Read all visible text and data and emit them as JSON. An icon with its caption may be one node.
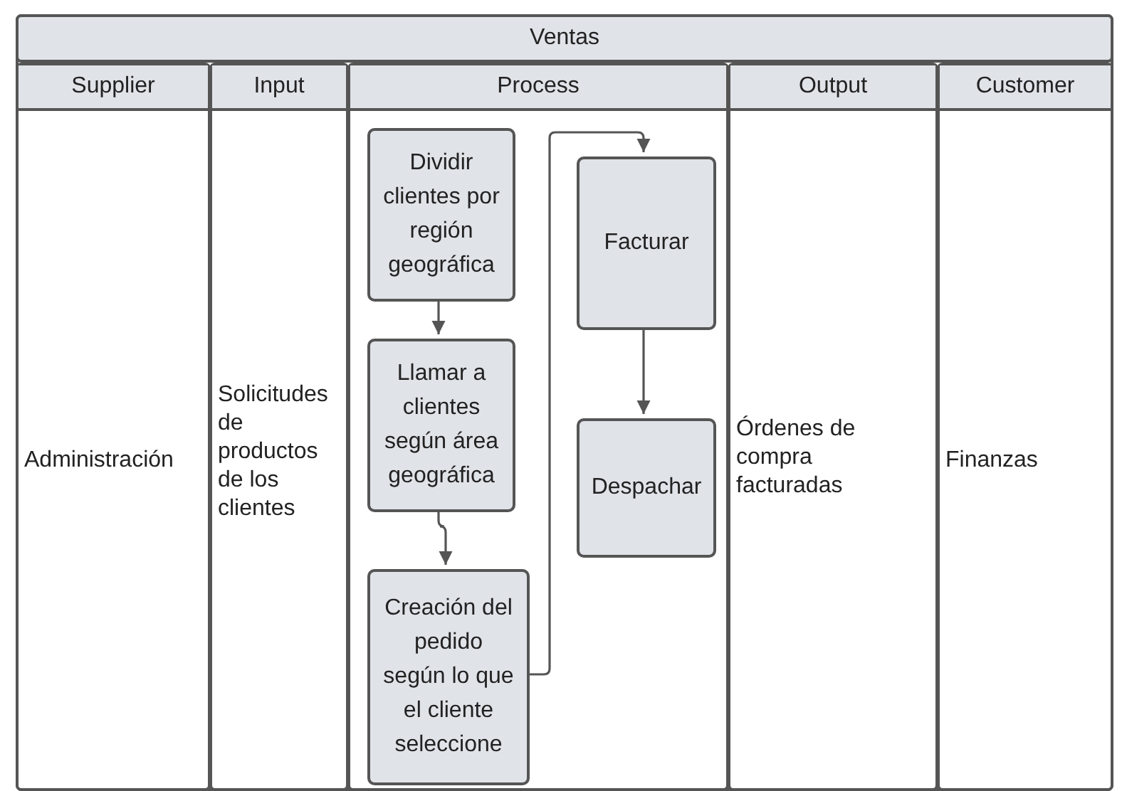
{
  "diagram": {
    "nodes": [
      {
        "text": [
          "Ventas"
        ]
      },
      {
        "text": [
          "Supplier",
          "Administración"
        ],
        "in": 0
      },
      {
        "text": [
          "Input",
          "Solicitudes de productos de los clientes"
        ],
        "in": 0
      },
      {
        "text": [
          "Process"
        ],
        "in": 0
      },
      {
        "text": [
          "Output",
          "Órdenes de compra facturadas"
        ],
        "in": 0
      },
      {
        "text": [
          "Customer",
          "Finanzas"
        ],
        "in": 0
      },
      {
        "text": [
          "Dividir clientes por región geográfica"
        ],
        "in": 3
      },
      {
        "text": [
          "Llamar a clientes según área geográfica"
        ],
        "in": 3
      },
      {
        "text": [
          "Creación del pedido según lo que el cliente seleccione"
        ],
        "in": 3
      },
      {
        "text": [
          "Facturar"
        ],
        "in": 3
      },
      {
        "text": [
          "Despachar"
        ],
        "in": 3
      }
    ],
    "edges": [
      {
        "from": 6,
        "to": 7,
        "arrow": "to"
      },
      {
        "from": 7,
        "to": 8,
        "arrow": "to"
      },
      {
        "from": 8,
        "to": 9,
        "arrow": "to"
      },
      {
        "from": 9,
        "to": 10,
        "arrow": "to"
      }
    ]
  }
}
